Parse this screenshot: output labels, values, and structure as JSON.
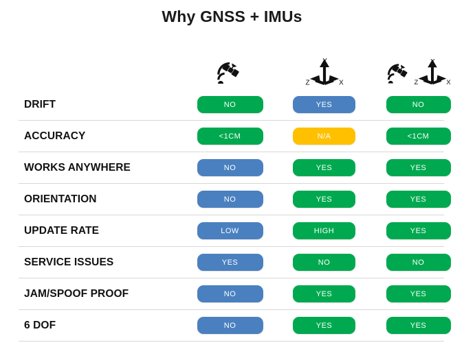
{
  "title": "Why GNSS + IMUs",
  "colors": {
    "green": "#00a94f",
    "blue": "#4a80bf",
    "amber": "#ffc000",
    "text": "#111111",
    "divider": "#d7d7d7",
    "badge_text": "#ffffff"
  },
  "columns": [
    {
      "id": "gnss",
      "icon": "satellite-icon"
    },
    {
      "id": "imu",
      "icon": "xyz-axes-icon",
      "axis_labels": {
        "x": "X",
        "y": "Y",
        "z": "Z"
      }
    },
    {
      "id": "gnss-imu",
      "icon": "satellite-plus-xyz-axes-icon",
      "axis_labels": {
        "x": "X",
        "y": "Y",
        "z": "Z"
      }
    }
  ],
  "rows": [
    {
      "label": "DRIFT",
      "cells": [
        {
          "text": "NO",
          "color": "green"
        },
        {
          "text": "YES",
          "color": "blue"
        },
        {
          "text": "NO",
          "color": "green"
        }
      ]
    },
    {
      "label": "ACCURACY",
      "cells": [
        {
          "text": "<1CM",
          "color": "green"
        },
        {
          "text": "N/A",
          "color": "amber"
        },
        {
          "text": "<1CM",
          "color": "green"
        }
      ]
    },
    {
      "label": "WORKS ANYWHERE",
      "cells": [
        {
          "text": "NO",
          "color": "blue"
        },
        {
          "text": "YES",
          "color": "green"
        },
        {
          "text": "YES",
          "color": "green"
        }
      ]
    },
    {
      "label": "ORIENTATION",
      "cells": [
        {
          "text": "NO",
          "color": "blue"
        },
        {
          "text": "YES",
          "color": "green"
        },
        {
          "text": "YES",
          "color": "green"
        }
      ]
    },
    {
      "label": "UPDATE RATE",
      "cells": [
        {
          "text": "LOW",
          "color": "blue"
        },
        {
          "text": "HIGH",
          "color": "green"
        },
        {
          "text": "YES",
          "color": "green"
        }
      ]
    },
    {
      "label": "SERVICE ISSUES",
      "cells": [
        {
          "text": "YES",
          "color": "blue"
        },
        {
          "text": "NO",
          "color": "green"
        },
        {
          "text": "NO",
          "color": "green"
        }
      ]
    },
    {
      "label": "JAM/SPOOF PROOF",
      "cells": [
        {
          "text": "NO",
          "color": "blue"
        },
        {
          "text": "YES",
          "color": "green"
        },
        {
          "text": "YES",
          "color": "green"
        }
      ]
    },
    {
      "label": "6 DOF",
      "cells": [
        {
          "text": "NO",
          "color": "blue"
        },
        {
          "text": "YES",
          "color": "green"
        },
        {
          "text": "YES",
          "color": "green"
        }
      ]
    }
  ]
}
